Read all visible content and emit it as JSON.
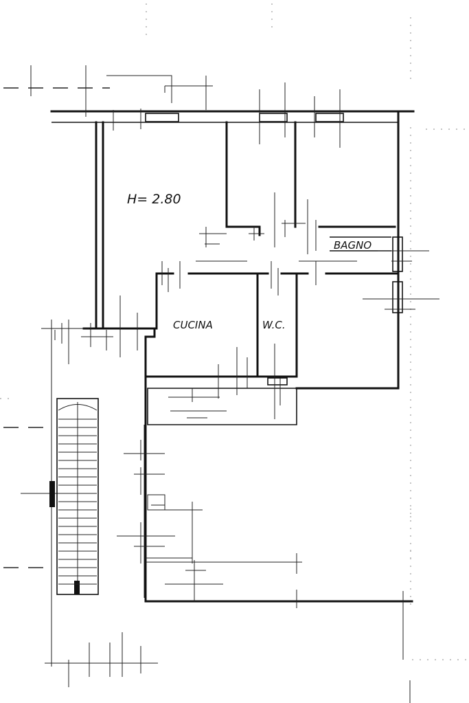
{
  "rooms": {
    "height_label": "H= 2.80",
    "kitchen_label": "CUCINA",
    "wc_label": "W.C.",
    "bath_label": "BAGNO"
  }
}
